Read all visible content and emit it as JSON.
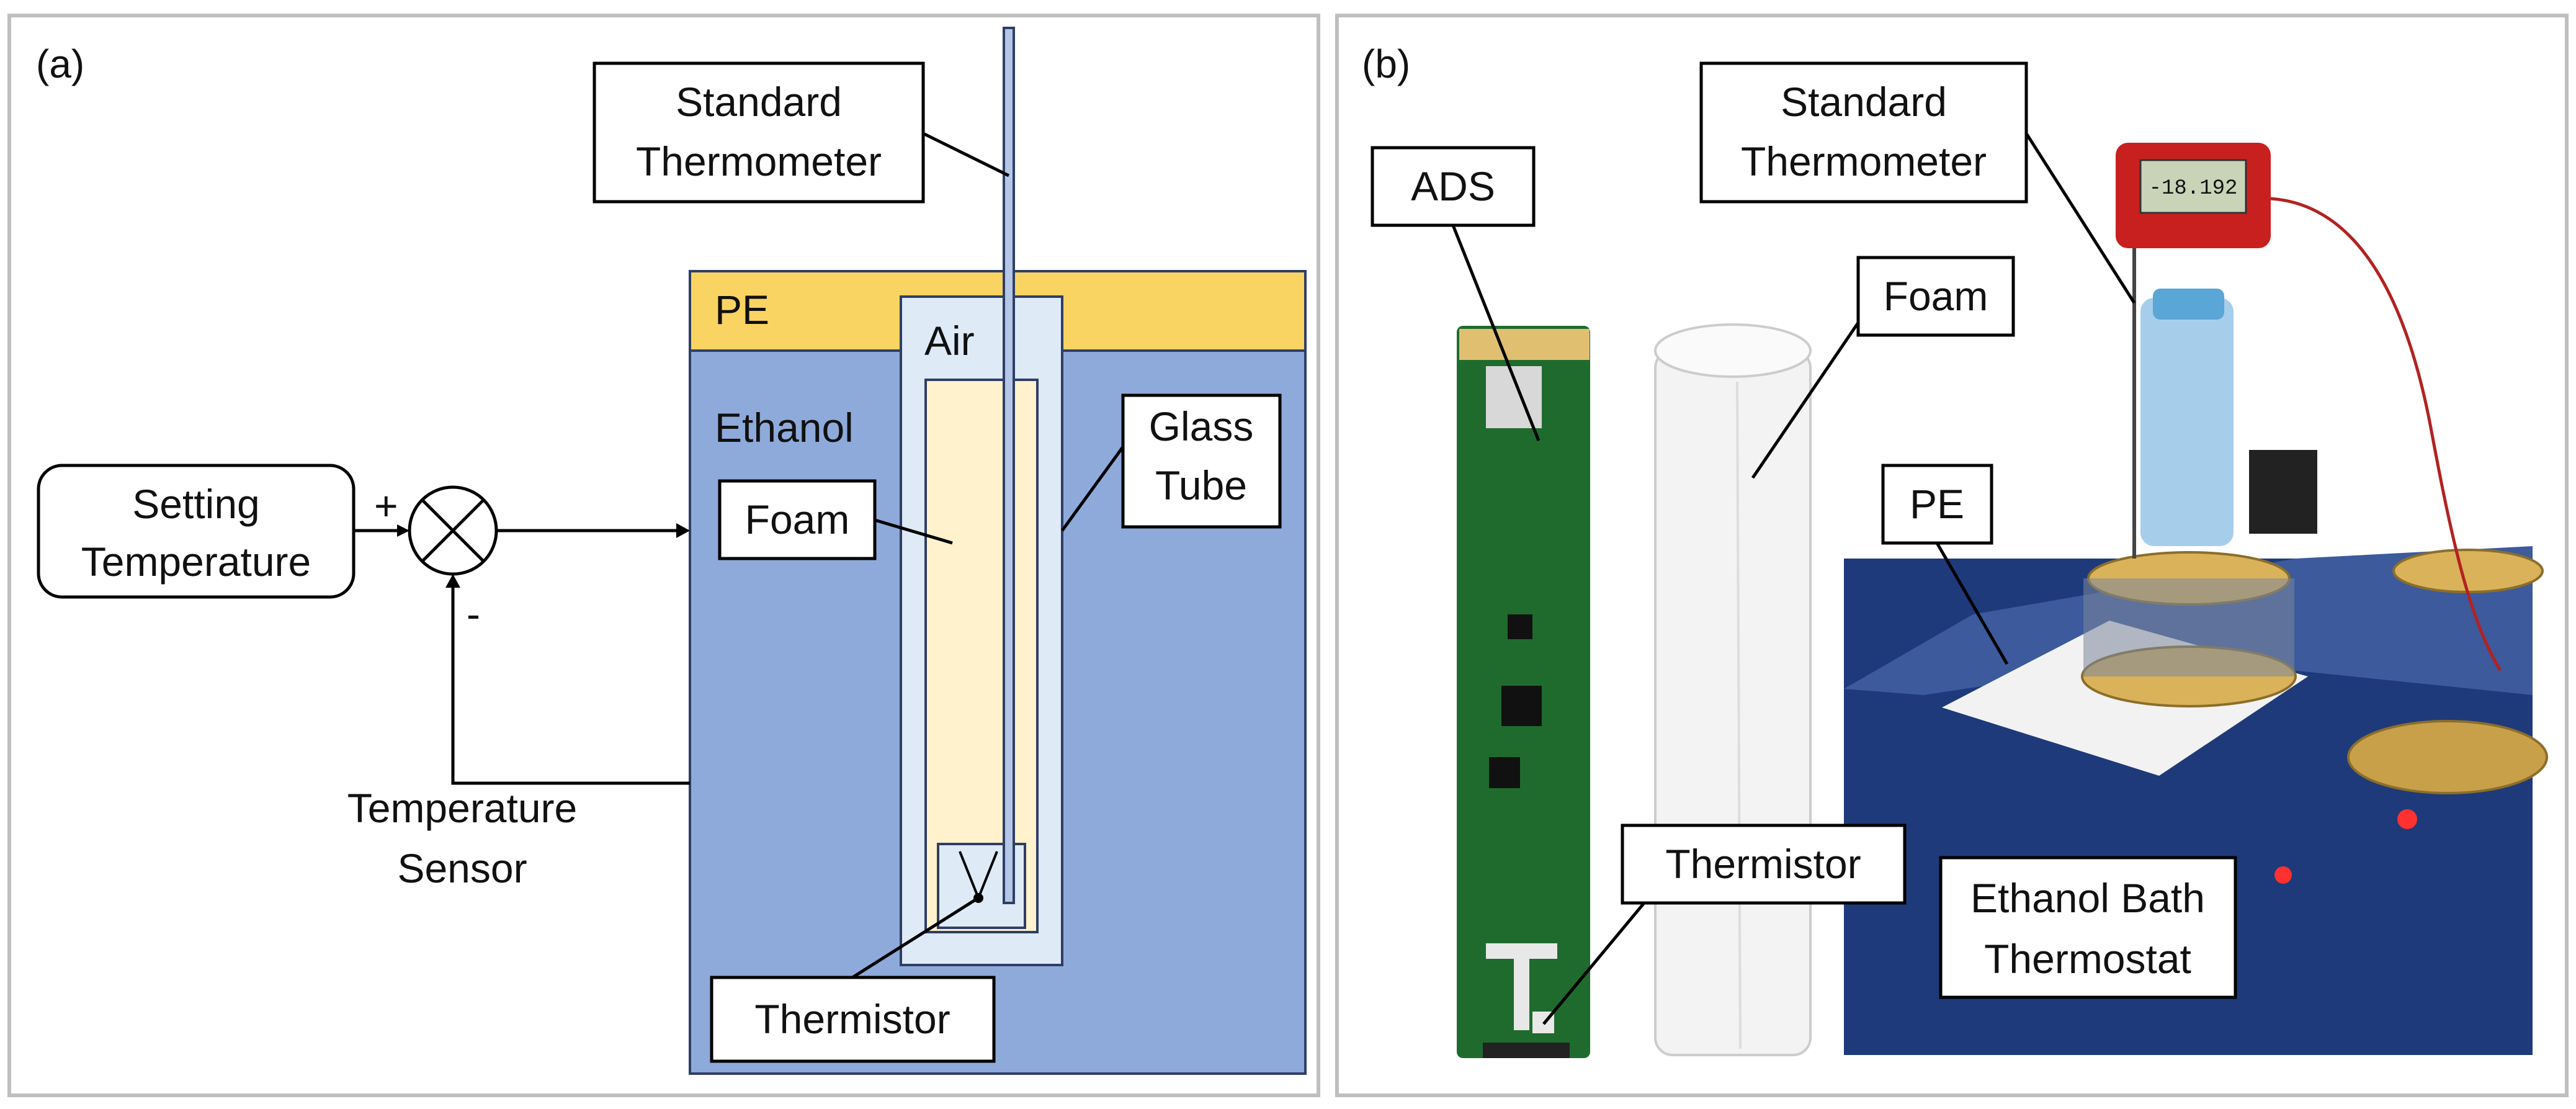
{
  "panel_a": {
    "label": "(a)",
    "setting_temperature": [
      "Setting",
      "Temperature"
    ],
    "plus_sign": "+",
    "minus_sign": "-",
    "temperature_sensor": [
      "Temperature",
      "Sensor"
    ],
    "standard_thermometer": [
      "Standard",
      "Thermometer"
    ],
    "pe": "PE",
    "air": "Air",
    "ethanol": "Ethanol",
    "glass_tube": [
      "Glass",
      "Tube"
    ],
    "foam": "Foam",
    "thermistor": "Thermistor"
  },
  "panel_b": {
    "label": "(b)",
    "ads": "ADS",
    "standard_thermometer": [
      "Standard",
      "Thermometer"
    ],
    "foam": "Foam",
    "pe": "PE",
    "thermistor": "Thermistor",
    "ethanol_bath_thermostat": [
      "Ethanol Bath",
      "Thermostat"
    ],
    "thermometer_display": "-18.192"
  },
  "colors": {
    "pe_layer": "#FAD462",
    "ethanol": "#8EAADB",
    "air": "#DEEBF7",
    "foam": "#FFF2CC",
    "thermometer_rod": "#B4C7E7",
    "thermostat_body": "#1E3A7A",
    "pcb_green": "#1F6B2E"
  }
}
